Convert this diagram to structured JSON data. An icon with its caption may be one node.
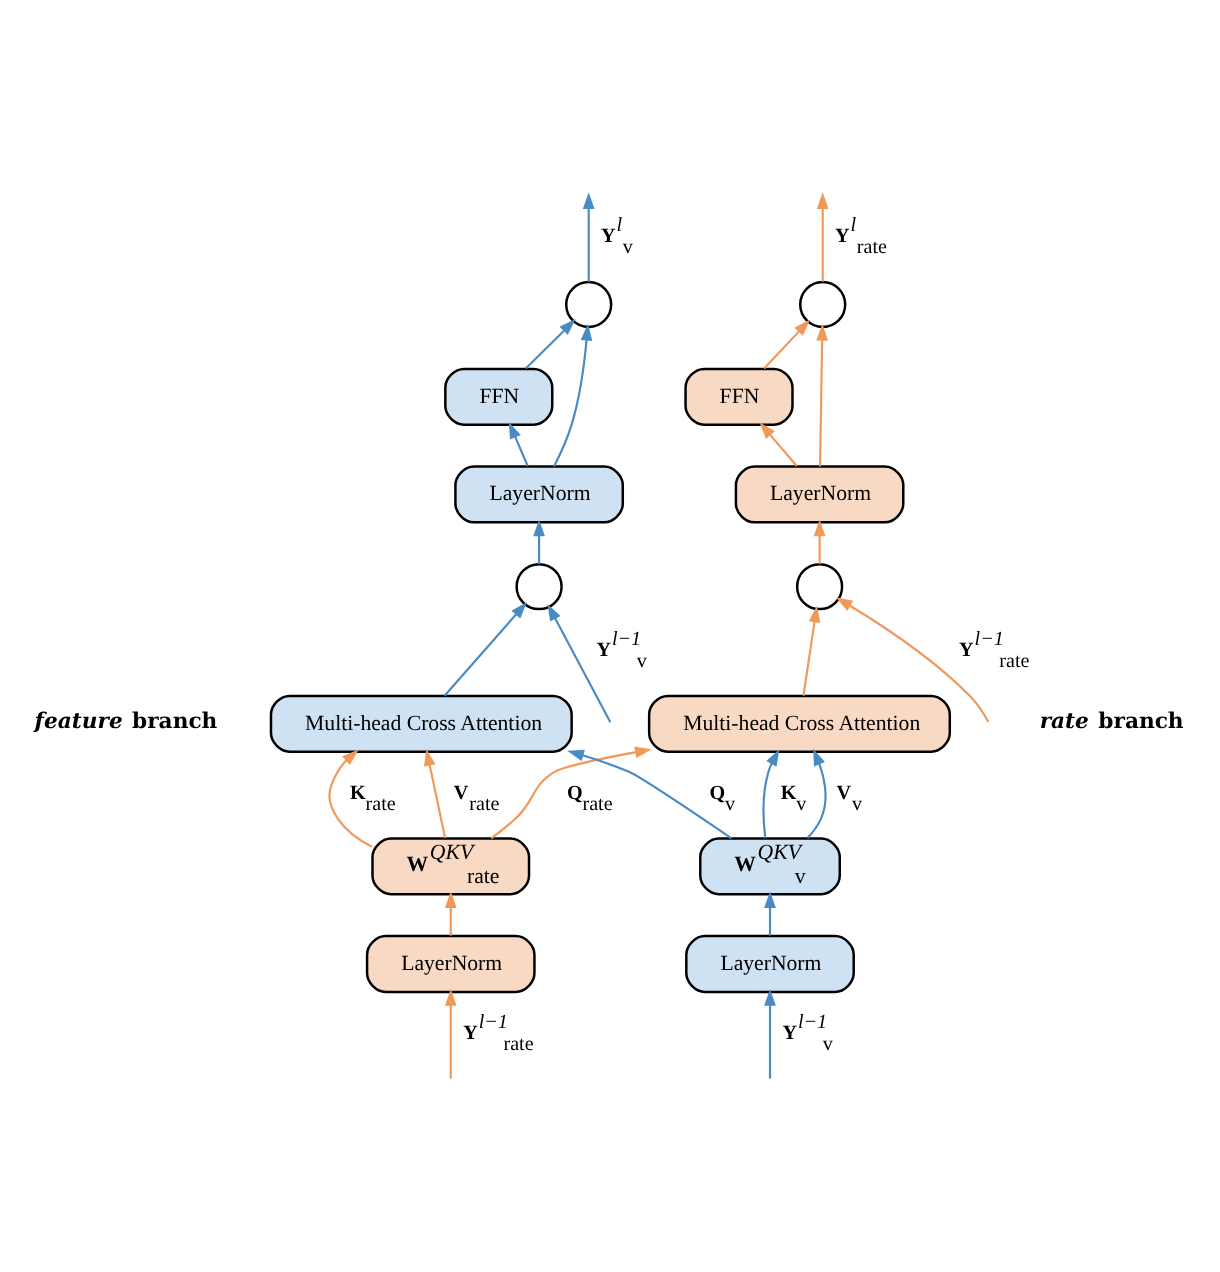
{
  "diagram": {
    "nodes": [
      {
        "text": [],
        "shape": "circle"
      },
      {
        "text": [
          "FFN"
        ]
      },
      {
        "text": [
          "LayerNorm"
        ]
      },
      {
        "text": [],
        "shape": "circle"
      },
      {
        "text": [
          "Multi-head Cross Attention"
        ]
      },
      {
        "text": [
          "**W**$^{QKV}$$_{rate}$"
        ]
      },
      {
        "text": [
          "LayerNorm"
        ]
      },
      {
        "text": [],
        "shape": "circle"
      },
      {
        "text": [
          "FFN"
        ]
      },
      {
        "text": [
          "LayerNorm"
        ]
      },
      {
        "text": [],
        "shape": "circle"
      },
      {
        "text": [
          "Multi-head Cross Attention"
        ]
      },
      {
        "text": [
          "**W**$^{QKV}$$_{v}$"
        ]
      },
      {
        "text": [
          "LayerNorm"
        ]
      }
    ],
    "edges": [
      {
        "from": 0,
        "to": null,
        "arrow": "to",
        "label": "**Y**$^{l}$$_{v}$",
        "color": "#4a8bc4"
      },
      {
        "from": 1,
        "to": 0,
        "arrow": "to",
        "color": "#4a8bc4"
      },
      {
        "from": 2,
        "to": 1,
        "arrow": "to",
        "color": "#4a8bc4"
      },
      {
        "from": 2,
        "to": 0,
        "arrow": "to",
        "color": "#4a8bc4"
      },
      {
        "from": 3,
        "to": 2,
        "arrow": "to",
        "color": "#4a8bc4"
      },
      {
        "from": null,
        "to": 3,
        "arrow": "to",
        "label": "**Y**$^{l−1}$$_{v}$",
        "color": "#4a8bc4"
      },
      {
        "from": 4,
        "to": 3,
        "arrow": "to",
        "color": "#4a8bc4"
      },
      {
        "from": 12,
        "to": 4,
        "arrow": "to",
        "label": "**Q**$_{v}$",
        "color": "#4a8bc4"
      },
      {
        "from": 5,
        "to": 4,
        "arrow": "to",
        "label": "**K**$_{rate}$",
        "color": "#f0995a"
      },
      {
        "from": 5,
        "to": 4,
        "arrow": "to",
        "label": "**V**$_{rate}$",
        "color": "#f0995a"
      },
      {
        "from": 6,
        "to": 5,
        "arrow": "to",
        "color": "#f0995a"
      },
      {
        "from": null,
        "to": 6,
        "arrow": "to",
        "label": "**Y**$^{l−1}$$_{rate}$",
        "color": "#f0995a"
      },
      {
        "from": 7,
        "to": null,
        "arrow": "to",
        "label": "**Y**$^{l}$$_{rate}$",
        "color": "#f0995a"
      },
      {
        "from": 8,
        "to": 7,
        "arrow": "to",
        "color": "#f0995a"
      },
      {
        "from": 9,
        "to": 8,
        "arrow": "to",
        "color": "#f0995a"
      },
      {
        "from": 9,
        "to": 7,
        "arrow": "to",
        "color": "#f0995a"
      },
      {
        "from": 10,
        "to": 9,
        "arrow": "to",
        "color": "#f0995a"
      },
      {
        "from": null,
        "to": 10,
        "arrow": "to",
        "label": "**Y**$^{l−1}$$_{rate}$",
        "color": "#f0995a"
      },
      {
        "from": 11,
        "to": 10,
        "arrow": "to",
        "color": "#f0995a"
      },
      {
        "from": 5,
        "to": 11,
        "arrow": "to",
        "label": "**Q**$_{rate}$",
        "color": "#f0995a"
      },
      {
        "from": 12,
        "to": 11,
        "arrow": "to",
        "label": "**K**$_{v}$",
        "color": "#4a8bc4"
      },
      {
        "from": 12,
        "to": 11,
        "arrow": "to",
        "label": "**V**$_{v}$",
        "color": "#4a8bc4"
      },
      {
        "from": 13,
        "to": 12,
        "arrow": "to",
        "color": "#4a8bc4"
      },
      {
        "from": null,
        "to": 13,
        "arrow": "to",
        "label": "**Y**$^{l−1}$$_{v}$",
        "color": "#4a8bc4"
      }
    ],
    "labels": [
      "*feature* branch",
      "*rate* branch"
    ]
  }
}
